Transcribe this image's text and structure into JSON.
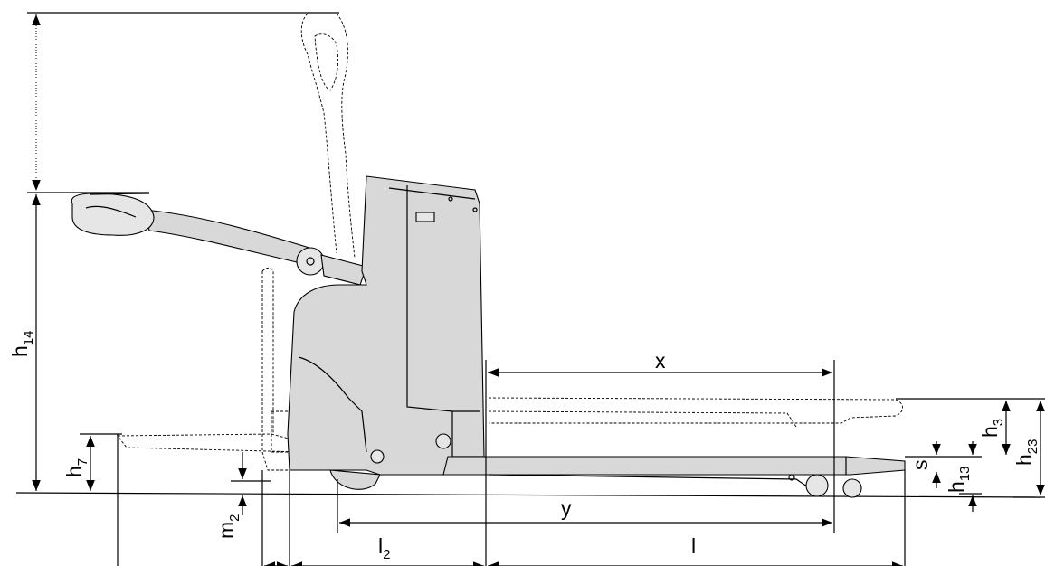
{
  "dimension_labels": {
    "h14": {
      "base": "h",
      "sub": "14"
    },
    "h7": {
      "base": "h",
      "sub": "7"
    },
    "m2": {
      "base": "m",
      "sub": "2"
    },
    "l2": {
      "base": "l",
      "sub": "2"
    },
    "l": {
      "base": "l",
      "sub": ""
    },
    "x": {
      "base": "x",
      "sub": ""
    },
    "y": {
      "base": "y",
      "sub": ""
    },
    "s": {
      "base": "s",
      "sub": ""
    },
    "h3": {
      "base": "h",
      "sub": "3"
    },
    "h13": {
      "base": "h",
      "sub": "13"
    },
    "h23": {
      "base": "h",
      "sub": "23"
    }
  },
  "colors": {
    "body": "#d8d8d8",
    "line": "#000000",
    "background": "#ffffff"
  }
}
